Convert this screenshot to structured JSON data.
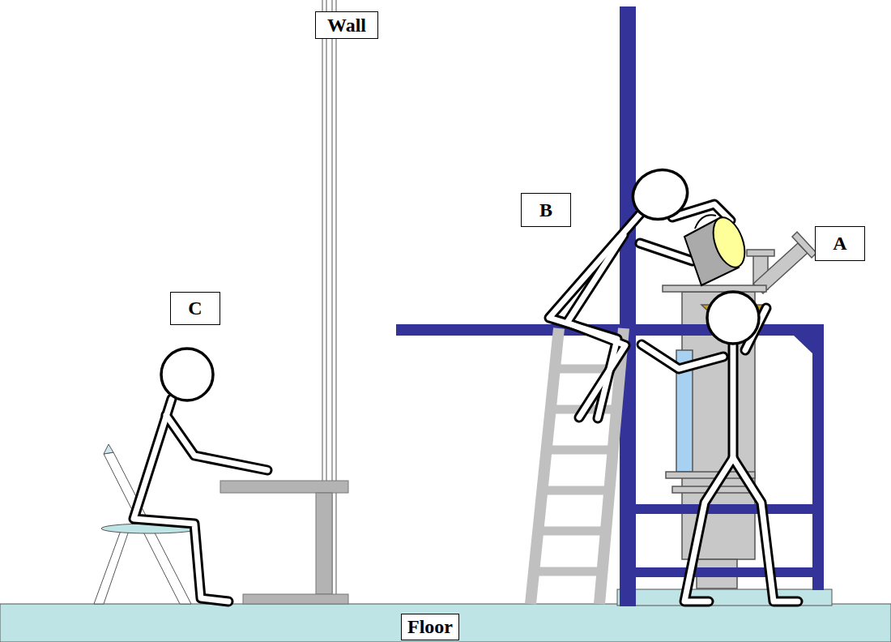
{
  "diagram": {
    "nodes": [
      {
        "text": [
          "Wall"
        ]
      },
      {
        "text": [
          "B"
        ]
      },
      {
        "text": [
          "A"
        ]
      },
      {
        "text": [
          "C"
        ]
      },
      {
        "text": [
          "Floor"
        ]
      }
    ]
  }
}
